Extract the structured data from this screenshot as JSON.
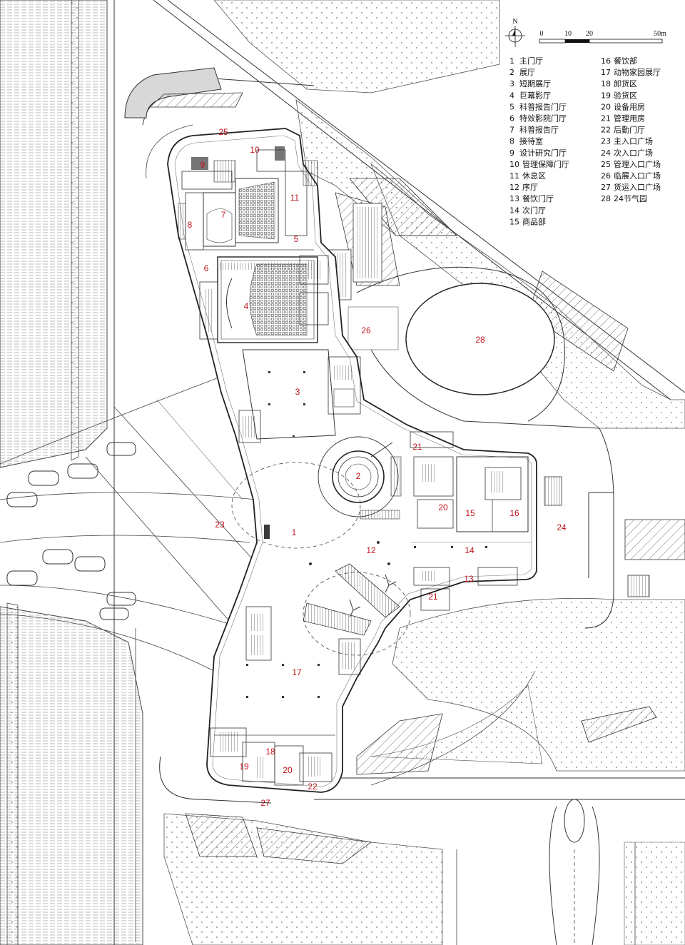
{
  "north_label": "N",
  "scale": {
    "ticks": [
      "0",
      "10",
      "20",
      "50m"
    ]
  },
  "legend": [
    {
      "n": "1",
      "name": "主门厅"
    },
    {
      "n": "2",
      "name": "展厅"
    },
    {
      "n": "3",
      "name": "短期展厅"
    },
    {
      "n": "4",
      "name": "巨幕影厅"
    },
    {
      "n": "5",
      "name": "科普报告门厅"
    },
    {
      "n": "6",
      "name": "特效影院门厅"
    },
    {
      "n": "7",
      "name": "科普报告厅"
    },
    {
      "n": "8",
      "name": "接待室"
    },
    {
      "n": "9",
      "name": "设计研究门厅"
    },
    {
      "n": "10",
      "name": "管理保障门厅"
    },
    {
      "n": "11",
      "name": "休息区"
    },
    {
      "n": "12",
      "name": "序厅"
    },
    {
      "n": "13",
      "name": "餐饮门厅"
    },
    {
      "n": "14",
      "name": "次门厅"
    },
    {
      "n": "15",
      "name": "商品部"
    },
    {
      "n": "16",
      "name": "餐饮部"
    },
    {
      "n": "17",
      "name": "动物家园展厅"
    },
    {
      "n": "18",
      "name": "卸货区"
    },
    {
      "n": "19",
      "name": "验货区"
    },
    {
      "n": "20",
      "name": "设备用房"
    },
    {
      "n": "21",
      "name": "管理用房"
    },
    {
      "n": "22",
      "name": "后勤门厅"
    },
    {
      "n": "23",
      "name": "主入口广场"
    },
    {
      "n": "24",
      "name": "次入口广场"
    },
    {
      "n": "25",
      "name": "管理入口广场"
    },
    {
      "n": "26",
      "name": "临展入口广场"
    },
    {
      "n": "27",
      "name": "货运入口广场"
    },
    {
      "n": "28",
      "name": "24节气园"
    }
  ],
  "labels": [
    "25",
    "10",
    "9",
    "11",
    "7",
    "8",
    "5",
    "6",
    "4",
    "26",
    "28",
    "3",
    "21",
    "2",
    "20",
    "15",
    "16",
    "24",
    "23",
    "1",
    "12",
    "14",
    "13",
    "21",
    "17",
    "18",
    "19",
    "20",
    "22",
    "27"
  ]
}
